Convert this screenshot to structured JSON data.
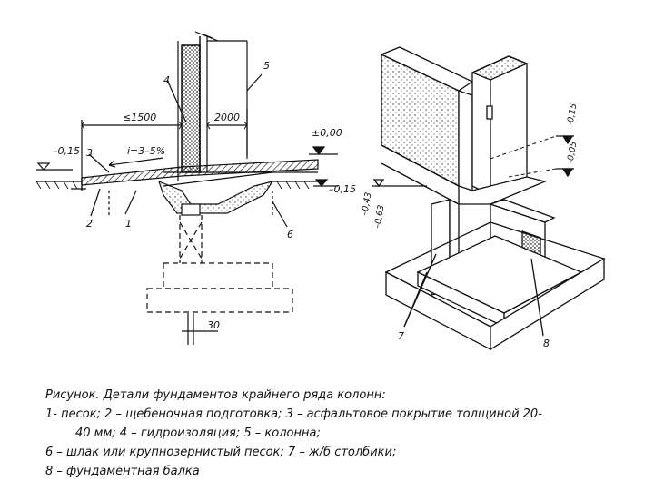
{
  "left_view": {
    "callouts": [
      "1",
      "2",
      "3",
      "4",
      "5",
      "6"
    ],
    "dims": {
      "width_left": "≤1500",
      "width_right": "2000",
      "slope": "i=3–5%",
      "bottom": "30"
    },
    "levels": {
      "left": "–0,15",
      "top": "±0,00",
      "right": "–0,15"
    }
  },
  "right_view": {
    "callouts": [
      "7",
      "8"
    ],
    "levels": {
      "level_a": "–0,15",
      "level_b": "–0,05",
      "level_c": "–0,43",
      "level_d": "–0,63"
    }
  },
  "caption": {
    "title": "Рисунок. Детали фундаментов крайнего ряда колонн:",
    "line1a": "1- песок; 2 – щебеночная подготовка; 3 – асфальтовое покрытие толщиной 20-",
    "line1b": "40 мм; 4 – гидроизоляция; 5 – колонна;",
    "line2": "6 – шлак или крупнозернистый песок; 7 – ж/б столбики;",
    "line3": "8 – фундаментная балка"
  }
}
